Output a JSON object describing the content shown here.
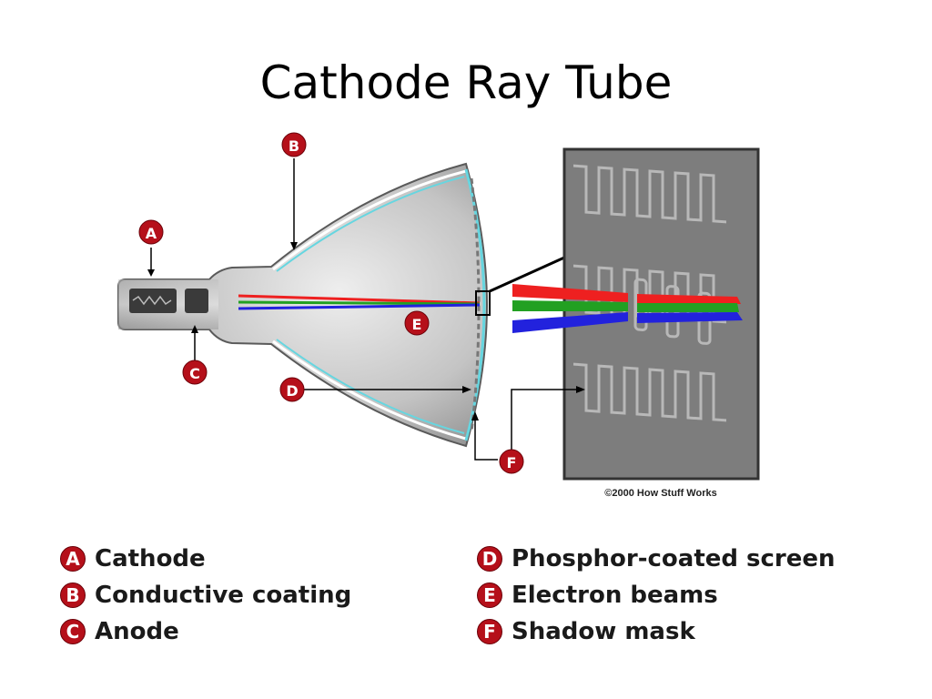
{
  "title": "Cathode Ray Tube",
  "callouts": [
    "A",
    "B",
    "C",
    "D",
    "E",
    "F"
  ],
  "copyright": "©2000 How Stuff Works",
  "legend": [
    {
      "letter": "A",
      "label": "Cathode"
    },
    {
      "letter": "B",
      "label": "Conductive coating"
    },
    {
      "letter": "C",
      "label": "Anode"
    },
    {
      "letter": "D",
      "label": "Phosphor-coated screen"
    },
    {
      "letter": "E",
      "label": "Electron beams"
    },
    {
      "letter": "F",
      "label": "Shadow mask"
    }
  ],
  "colors": {
    "callout": "#b5101a",
    "beam_red": "#ee2020",
    "beam_green": "#22a022",
    "beam_blue": "#2222dd",
    "coating": "#66d6e0"
  }
}
